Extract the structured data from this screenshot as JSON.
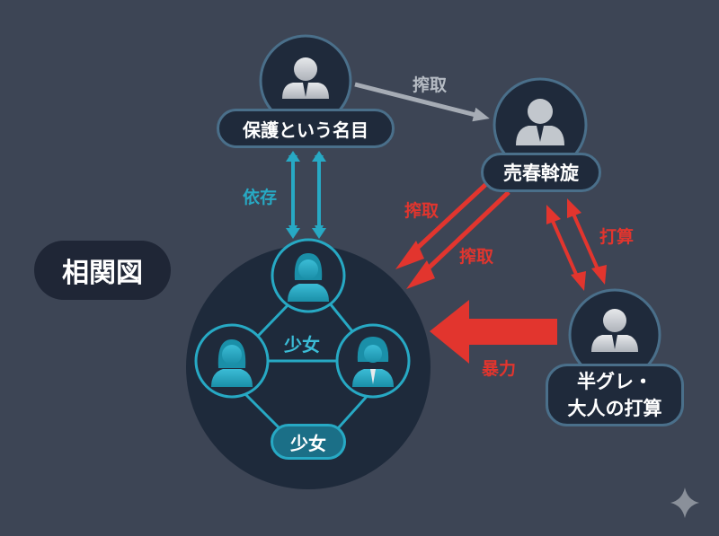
{
  "title": "相関図",
  "nodes": {
    "top": {
      "label": "保護という名目"
    },
    "right_top": {
      "label": "売春斡旋"
    },
    "right_bottom": {
      "label_line1": "半グレ・",
      "label_line2": "大人の打算"
    },
    "center_label": "少女",
    "bottom_label": "少女"
  },
  "edges": {
    "top_to_right": "搾取",
    "dependency": "依存",
    "exploit_1": "搾取",
    "exploit_2": "搾取",
    "calculation": "打算",
    "violence": "暴力"
  },
  "colors": {
    "background": "#3d4555",
    "node_fill": "#1f2a3b",
    "teal": "#27a9c4",
    "red": "#e2352e",
    "grey_arrow": "#a6acb5"
  }
}
